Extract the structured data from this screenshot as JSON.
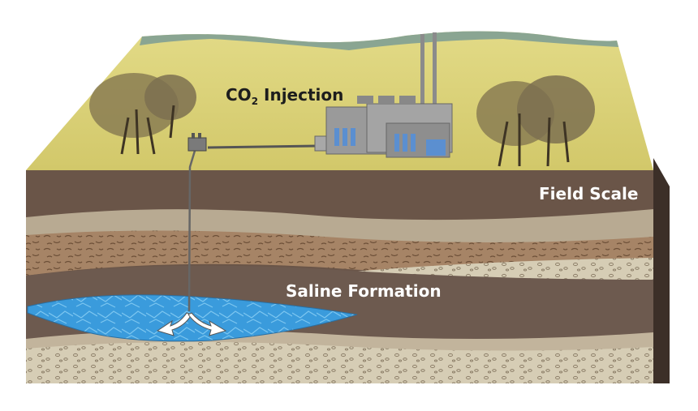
{
  "diagram": {
    "labels": {
      "co2_main": "CO",
      "co2_sub": "2",
      "co2_rest": " Injection",
      "field_scale": "Field Scale",
      "saline_formation": "Saline Formation"
    },
    "colors": {
      "surface": "#dcd47a",
      "top_soil": "#6a5548",
      "light_layer": "#b8aa92",
      "patterned_layer": "#a68466",
      "saline_band": "#6d5a4f",
      "brine": "#3a9bdc",
      "gravel_layer": "#d6cdb5",
      "building": "#9a9a9a",
      "window": "#5b8fd0"
    },
    "icons": [
      "tree-icon",
      "power-plant-icon",
      "injection-wellhead-icon",
      "flow-arrow-icon"
    ]
  }
}
